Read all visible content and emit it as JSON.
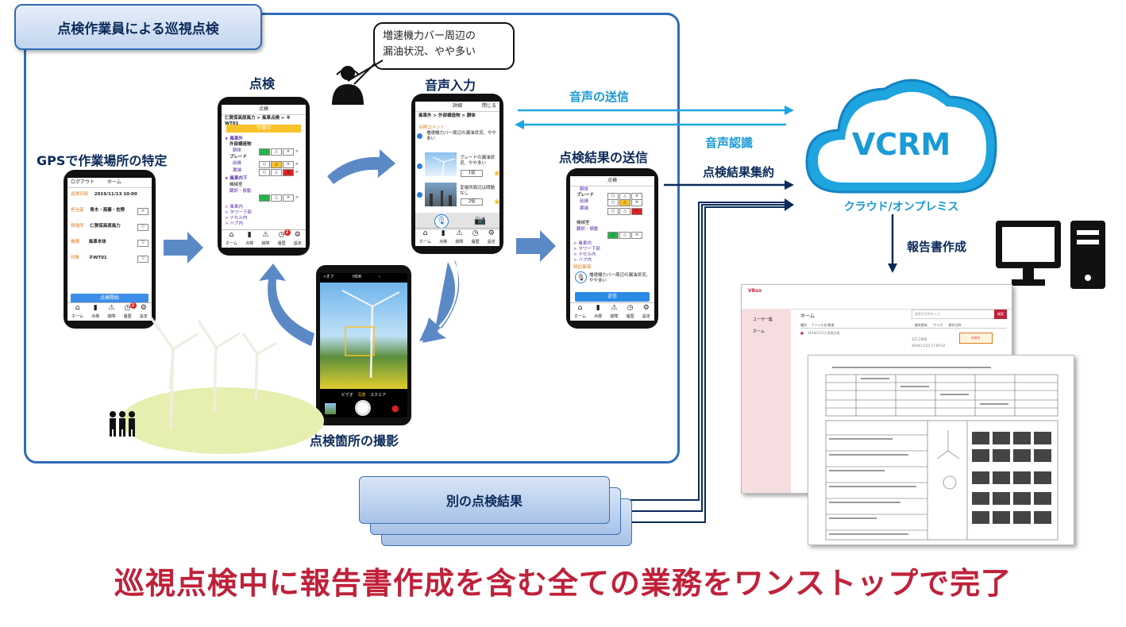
{
  "frame_title": "点検作業員による巡視点検",
  "speech_bubble": [
    "増速機力バー周辺の",
    "漏油状況、やや多い"
  ],
  "labels": {
    "gps": "GPSで作業場所の特定",
    "inspection": "点検",
    "voice_input": "音声入力",
    "photo": "点検箇所の撮影",
    "send_results": "点検結果の送信",
    "voice_send": "音声の送信",
    "voice_recognition": "音声認識",
    "aggregate": "点検結果集約",
    "report": "報告書作成",
    "other_results": "別の点検結果"
  },
  "cloud": {
    "name": "VCRM",
    "subtitle": "クラウド/オンプレミス"
  },
  "headline": "巡視点検中に報告書作成を含む全ての業務をワンストップで完了",
  "phone1": {
    "header": [
      "ログアウト",
      "ホーム"
    ],
    "fields": [
      {
        "label": "巡視日時",
        "value": "2019/11/13 10:00",
        "btn": ""
      },
      {
        "label": "担当者",
        "value": "青木・斎藤・佐野",
        "btn": ">"
      },
      {
        "label": "発電所",
        "value": "仁賀保高原風力",
        "btn": "▽"
      },
      {
        "label": "機器",
        "value": "風車本体",
        "btn": "▽"
      },
      {
        "label": "対象",
        "value": "＃WT01",
        "btn": "▽"
      }
    ],
    "start_button": "点検開始",
    "nav": [
      "ホーム",
      "点検",
      "故障",
      "履歴",
      "設定"
    ],
    "badge": "2"
  },
  "phone2": {
    "title": "点検",
    "breadcrumb": "仁賀保高原風力 > 風車点検 > ＃WT01",
    "status": "作業中",
    "tree": [
      "∨ 風車外",
      "外部構造物",
      "胴体",
      "ブレード",
      "前縁",
      "翼端",
      "∨ 風車内下",
      "機械室",
      "翻訳・振動",
      "> 風車内",
      "> タワー下部",
      "> ナセル内",
      "> ハブ内"
    ],
    "marks": [
      "○",
      "△",
      "×",
      ">"
    ],
    "nav": [
      "ホーム",
      "点検",
      "故障",
      "履歴",
      "設定"
    ],
    "badge": "2"
  },
  "phone3": {
    "title": "詳細",
    "close": "閉じる",
    "breadcrumb": "風車外 > 外部構造物 > 胴体",
    "comment_label": "点検コメント",
    "comment": "増速機力バー周辺の漏油状況、やや多い",
    "items": [
      {
        "text": "ブレードの漏油状況、やや多い",
        "count": "1個"
      },
      {
        "text": "変電所周辺は問題なし",
        "count": "2個"
      }
    ],
    "nav": [
      "ホーム",
      "点検",
      "故障",
      "履歴",
      "設定"
    ]
  },
  "phone4": {
    "title": "点検",
    "tree": [
      "胴体",
      "ブレード",
      "前縁",
      "翼端",
      "機械室",
      "翻訳・振動",
      "> 風車内",
      "> タワー下部",
      "> ナセル内",
      "> ハブ内"
    ],
    "special_label": "特記事項",
    "comment": "増速機力バー周辺の漏油状況、やや多い",
    "send": "送信",
    "nav": [
      "ホーム",
      "点検",
      "故障",
      "履歴",
      "設定"
    ]
  },
  "camera": {
    "top": [
      "オフ",
      "HDR"
    ],
    "modes": [
      "ビデオ",
      "写真",
      "スクエア"
    ]
  },
  "report_doc": {
    "brand": "VBox",
    "sidebar": [
      "ユーザー集",
      "ホーム"
    ],
    "home": "ホーム",
    "search_placeholder": "検索文字列を入力",
    "search_button": "検索",
    "columns": [
      "種別",
      "ファイル名/概要",
      "最終更新",
      "サイズ",
      "操作日時"
    ],
    "row": {
      "name": "2019/11/13 巡視点検",
      "size": "321.26KB",
      "date": "2019/11/22 17:09:52",
      "action": "詳細を"
    }
  },
  "colors": {
    "navy": "#0b2a5a",
    "frame": "#2f6db5",
    "sky": "#1a9ad6",
    "crimson": "#c0213a",
    "arrow": "#5b89c6",
    "yellow_status": "#f8c22b"
  }
}
